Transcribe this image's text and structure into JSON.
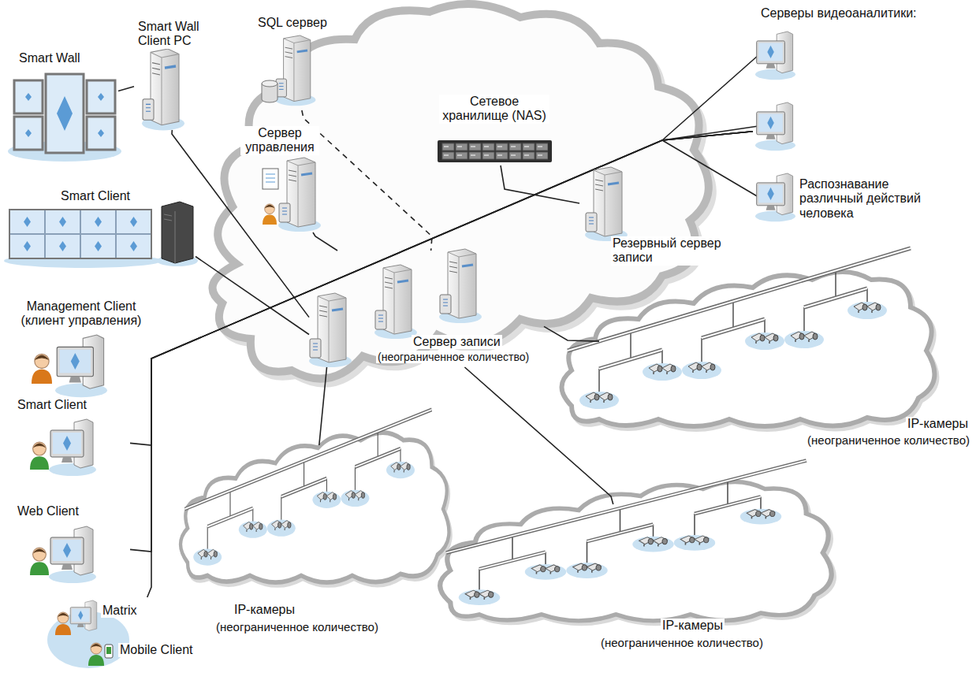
{
  "diagram": {
    "nodes": [
      {
        "text": [
          "Smart Wall"
        ]
      },
      {
        "text": [
          "Smart Wall Client PC"
        ]
      },
      {
        "text": [
          "SQL сервер"
        ]
      },
      {
        "text": [
          "Серверы видеоаналитики:",
          "Распознавание различный действий человека"
        ]
      },
      {
        "text": [
          "Сетевое хранилище (NAS)"
        ]
      },
      {
        "text": [
          "Сервер управления"
        ]
      },
      {
        "text": [
          "Smart Client"
        ]
      },
      {
        "text": [
          "Резервный сервер записи"
        ]
      },
      {
        "text": [
          "Management Client (клиент управления)"
        ]
      },
      {
        "text": [
          "Сервер записи",
          "(неограниченное количество)"
        ]
      },
      {
        "text": [
          "IP-камеры",
          "(неограниченное количество)"
        ]
      },
      {
        "text": [
          "Smart Client"
        ]
      },
      {
        "text": [
          "Web Client"
        ]
      },
      {
        "text": [
          "IP-камеры",
          "(неограниченное количество)"
        ]
      },
      {
        "text": [
          "IP-камеры",
          "(неограниченное количество)"
        ]
      },
      {
        "text": [
          "Matrix",
          "Mobile Client"
        ]
      }
    ],
    "edges": [
      {
        "from": 0,
        "to": 1,
        "arrow": "none"
      },
      {
        "from": 1,
        "to": 9,
        "arrow": "none"
      },
      {
        "from": 2,
        "to": 9,
        "arrow": "none"
      },
      {
        "from": 5,
        "to": 9,
        "arrow": "none"
      },
      {
        "from": 4,
        "to": 7,
        "arrow": "none"
      },
      {
        "from": 6,
        "to": 9,
        "arrow": "none"
      },
      {
        "from": 9,
        "to": 10,
        "arrow": "none"
      },
      {
        "from": 9,
        "to": 13,
        "arrow": "none"
      },
      {
        "from": 9,
        "to": 14,
        "arrow": "none"
      },
      {
        "from": 8,
        "to": 3,
        "arrow": "none"
      },
      {
        "from": 11,
        "to": 3,
        "arrow": "none"
      },
      {
        "from": 12,
        "to": 3,
        "arrow": "none"
      },
      {
        "from": 15,
        "to": 3,
        "arrow": "none"
      }
    ]
  }
}
